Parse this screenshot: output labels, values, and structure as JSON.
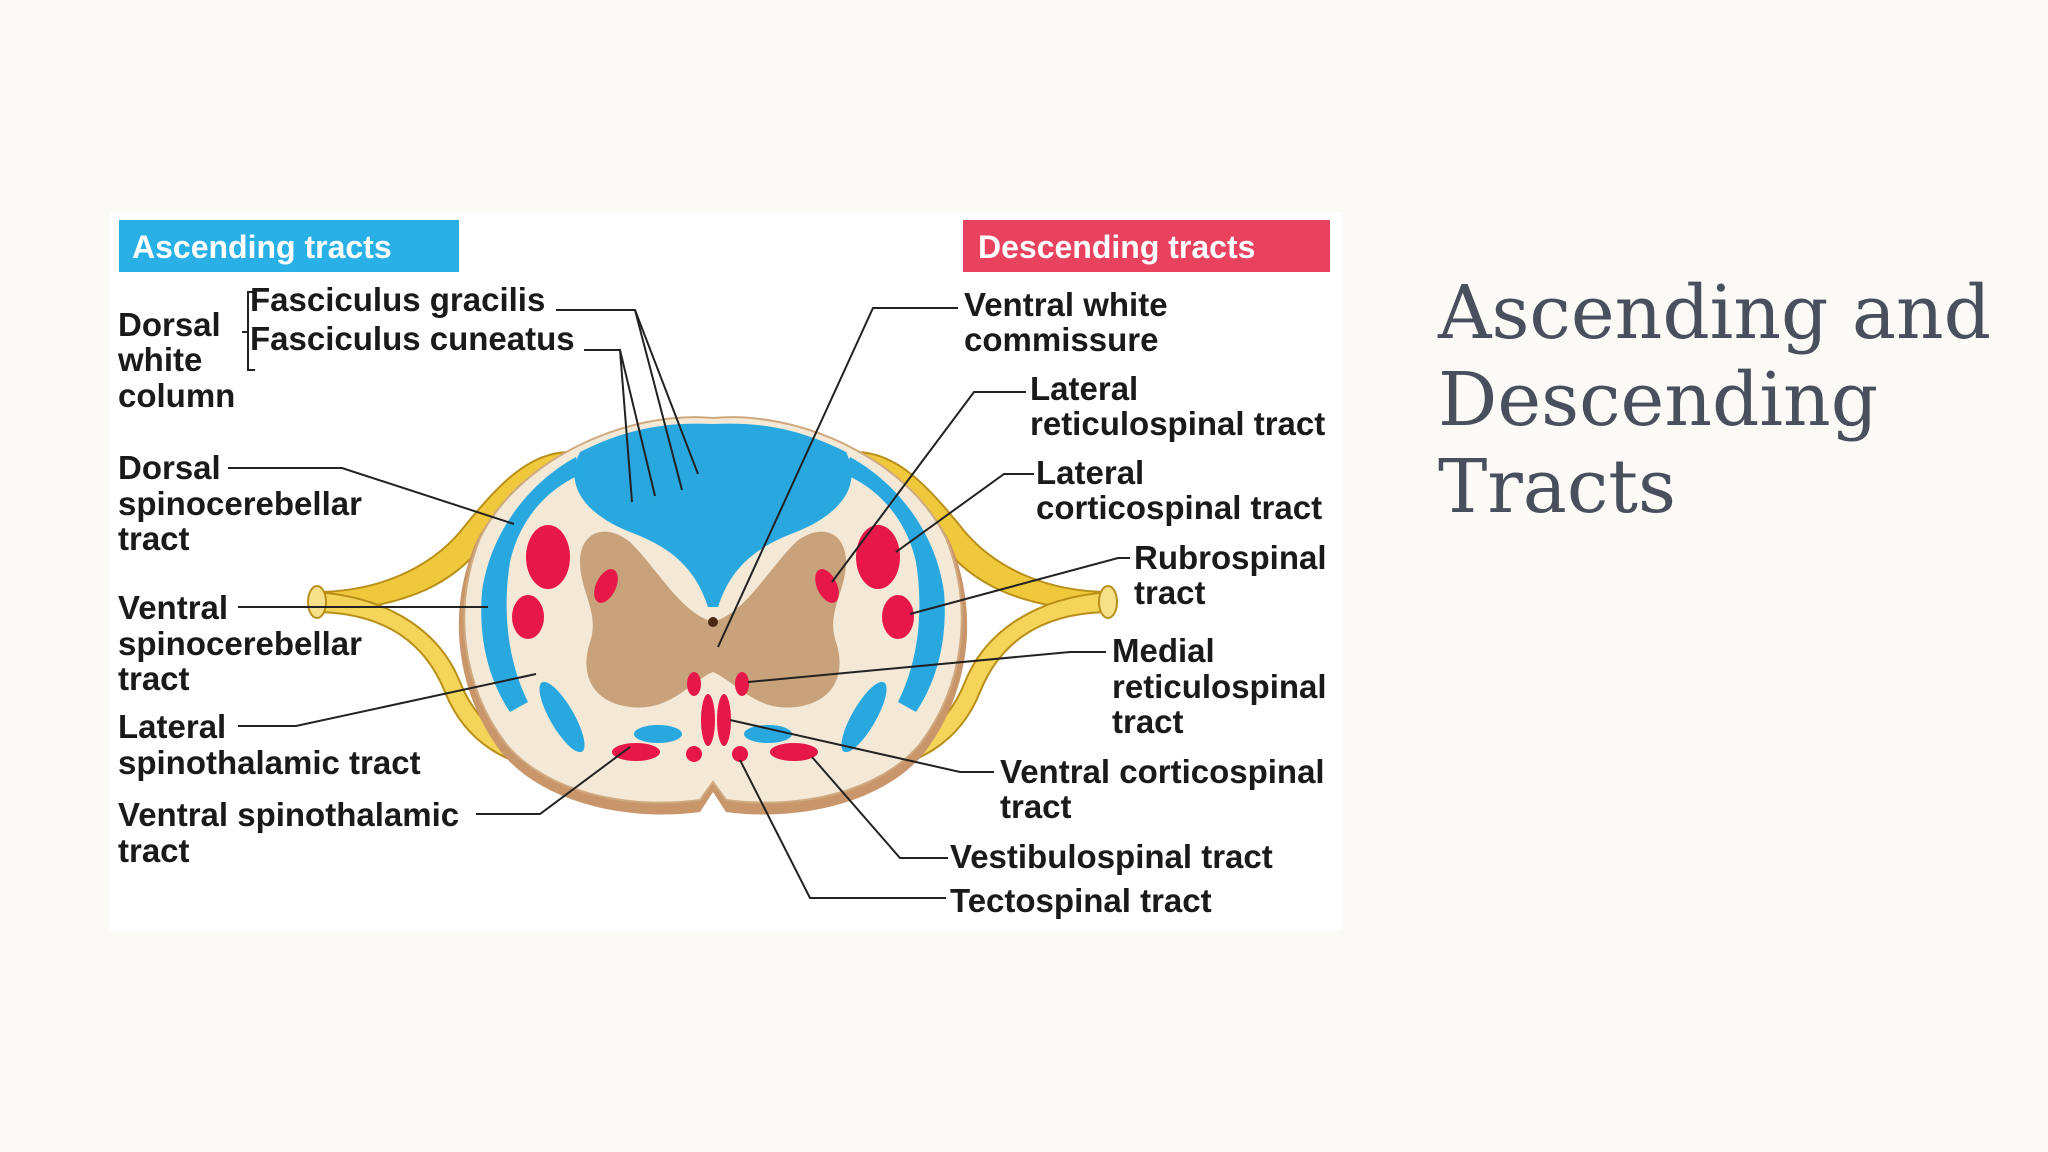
{
  "slide": {
    "title_lines": [
      "Ascending and",
      "Descending",
      "Tracts"
    ]
  },
  "diagram": {
    "headers": {
      "ascending": "Ascending tracts",
      "descending": "Descending tracts"
    },
    "ascending_labels": {
      "dorsal_white_column": [
        "Dorsal",
        "white",
        "column"
      ],
      "fasciculus_gracilis": "Fasciculus gracilis",
      "fasciculus_cuneatus": "Fasciculus cuneatus",
      "dorsal_spinocerebellar": [
        "Dorsal",
        "spinocerebellar",
        "tract"
      ],
      "ventral_spinocerebellar": [
        "Ventral",
        "spinocerebellar",
        "tract"
      ],
      "lateral_spinothalamic": [
        "Lateral",
        "spinothalamic tract"
      ],
      "ventral_spinothalamic": [
        "Ventral spinothalamic",
        "tract"
      ]
    },
    "descending_labels": {
      "ventral_white_commissure": [
        "Ventral white",
        "commissure"
      ],
      "lateral_reticulospinal": [
        "Lateral",
        "reticulospinal tract"
      ],
      "lateral_corticospinal": [
        "Lateral",
        "corticospinal tract"
      ],
      "rubrospinal": [
        "Rubrospinal",
        "tract"
      ],
      "medial_reticulospinal": [
        "Medial",
        "reticulospinal",
        "tract"
      ],
      "ventral_corticospinal": [
        "Ventral corticospinal",
        "tract"
      ],
      "vestibulospinal": "Vestibulospinal tract",
      "tectospinal": "Tectospinal tract"
    },
    "colors": {
      "ascending": "#29a8e0",
      "descending": "#e8174a",
      "descending_header": "#e8425e",
      "gray_matter": "#c7a27a",
      "white_matter": "#f4e9d6",
      "nerve_root": "#f0c83c"
    }
  }
}
